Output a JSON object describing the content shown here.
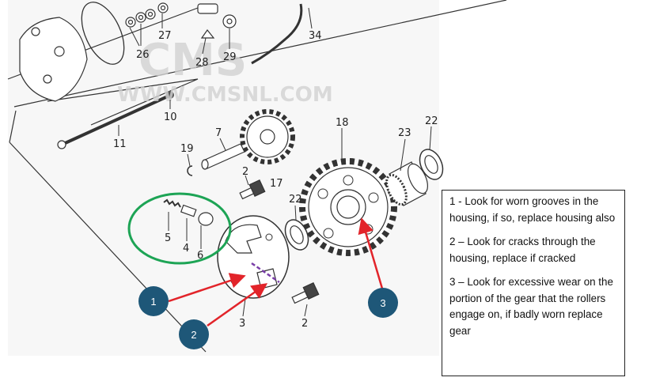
{
  "watermark": {
    "logo_text": "CMS",
    "url_text": "WWW.CMSNL.COM"
  },
  "part_labels": [
    "34",
    "27",
    "26",
    "28",
    "29",
    "10",
    "11",
    "7",
    "18",
    "23",
    "22",
    "19",
    "2",
    "17",
    "22",
    "5",
    "4",
    "6",
    "3",
    "2"
  ],
  "callouts": [
    {
      "number": "1",
      "target": "worn grooves in housing"
    },
    {
      "number": "2",
      "target": "crack line on housing"
    },
    {
      "number": "3",
      "target": "gear roller contact surface"
    }
  ],
  "notes": [
    "1 - Look for worn grooves in the housing, if so, replace housing also",
    "2 – Look for cracks through the housing, replace if cracked",
    "3 – Look for excessive wear on the portion of the gear that the rollers engage on, if badly worn replace gear"
  ],
  "colors": {
    "callout_badge": "#1e5778",
    "arrow": "#e2242a",
    "highlight_circle": "#1da455",
    "crack_line": "#7a3fa8"
  }
}
